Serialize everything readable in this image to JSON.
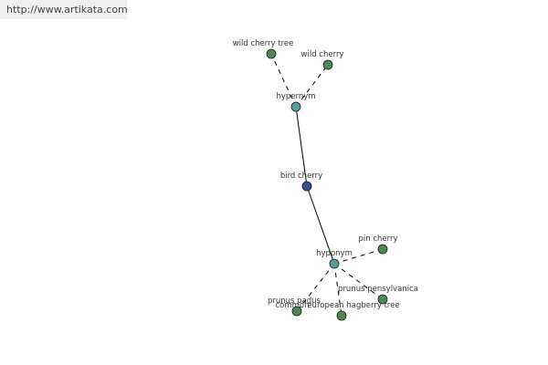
{
  "site": {
    "url_text": "http://www.artikata.com"
  },
  "colors": {
    "leaf": "#4e8a4e",
    "relation": "#5a9aa0",
    "center": "#3c4e94",
    "edge": "#000000"
  },
  "graph": {
    "nodes": {
      "wild_cherry_tree": {
        "label": "wild cherry tree",
        "kind": "leaf"
      },
      "wild_cherry": {
        "label": "wild cherry",
        "kind": "leaf"
      },
      "hypernym": {
        "label": "hypernym",
        "kind": "relation"
      },
      "bird_cherry": {
        "label": "bird cherry",
        "kind": "center"
      },
      "hyponym": {
        "label": "hyponym",
        "kind": "relation"
      },
      "pin_cherry": {
        "label": "pin cherry",
        "kind": "leaf"
      },
      "prunus_pensylvanica": {
        "label": "prunus pensylvanica",
        "kind": "leaf"
      },
      "european_hagberry": {
        "label": "european hagberry tree",
        "kind": "leaf"
      },
      "prunus_padus": {
        "label": "prunus padus",
        "kind": "leaf"
      },
      "common_node": {
        "label": "common",
        "kind": "leaf"
      }
    },
    "edges": [
      {
        "from": "hypernym",
        "to": "wild_cherry_tree",
        "style": "dashed"
      },
      {
        "from": "hypernym",
        "to": "wild_cherry",
        "style": "dashed"
      },
      {
        "from": "hypernym",
        "to": "bird_cherry",
        "style": "solid"
      },
      {
        "from": "bird_cherry",
        "to": "hyponym",
        "style": "solid"
      },
      {
        "from": "hyponym",
        "to": "pin_cherry",
        "style": "dashed"
      },
      {
        "from": "hyponym",
        "to": "prunus_pensylvanica",
        "style": "dashed"
      },
      {
        "from": "hyponym",
        "to": "european_hagberry",
        "style": "dashed"
      },
      {
        "from": "hyponym",
        "to": "common_node",
        "style": "dashed"
      }
    ]
  }
}
